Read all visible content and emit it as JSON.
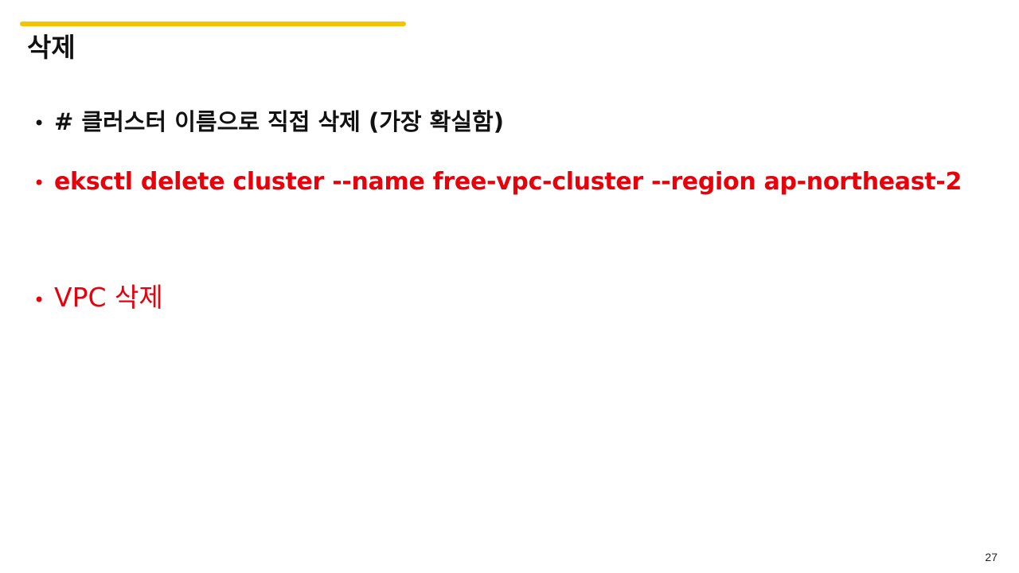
{
  "slide": {
    "title": "삭제",
    "accent_color": "#F5C400",
    "highlight_color": "#E8000B",
    "page_number": "27"
  },
  "bullets": [
    {
      "marker": "•",
      "text": "# 클러스터 이름으로 직접 삭제 (가장 확실함)",
      "color": "#111111"
    },
    {
      "marker": "•",
      "text": "eksctl delete cluster --name free-vpc-cluster --region ap-northeast-2",
      "color": "#E8000B"
    },
    {
      "marker": "•",
      "text": "VPC 삭제",
      "color": "#E8000B"
    }
  ]
}
